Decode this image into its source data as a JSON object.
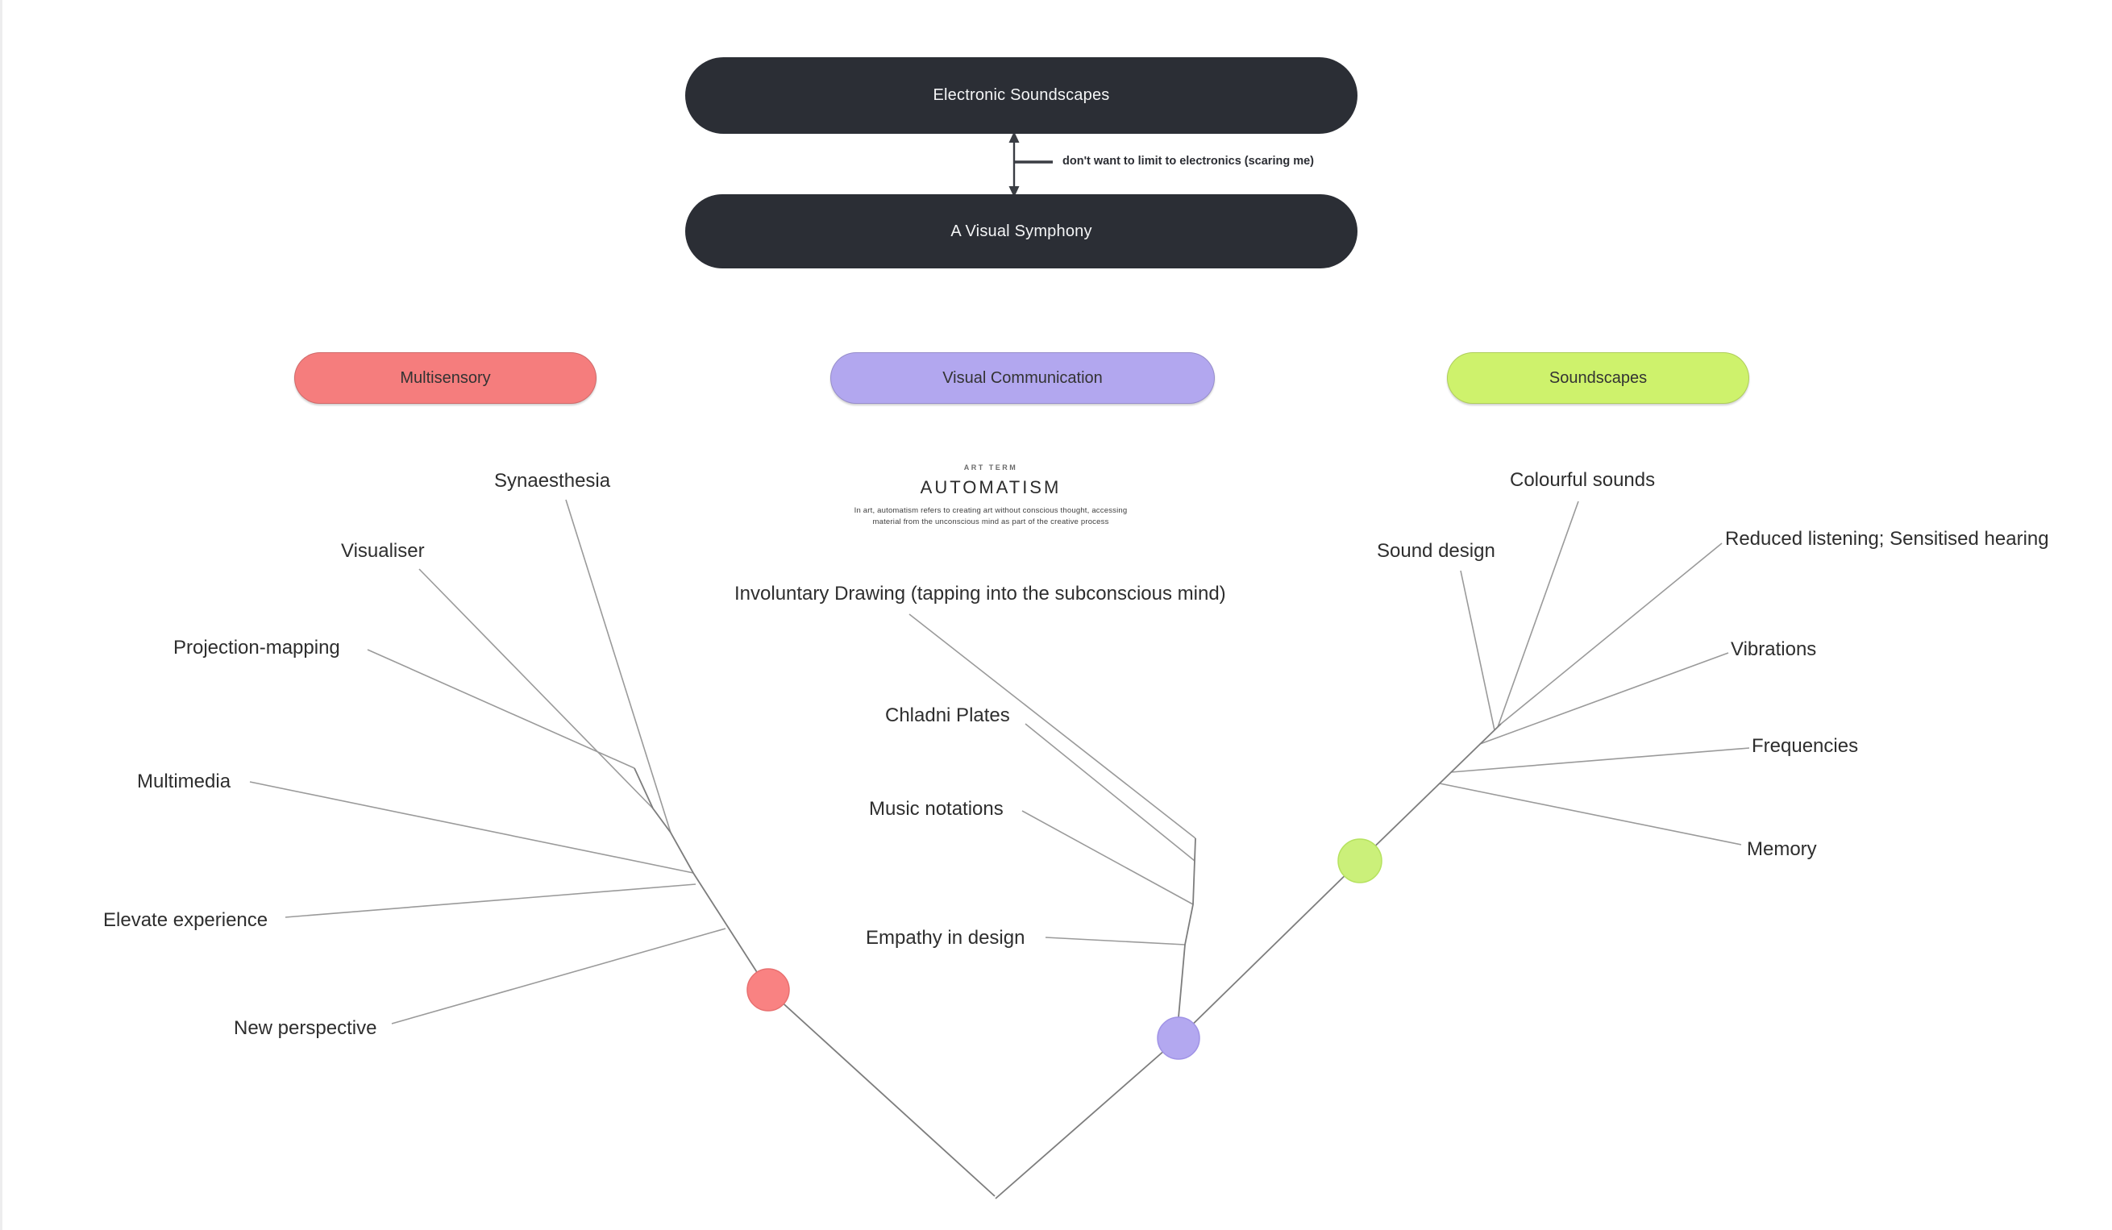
{
  "top_flow": {
    "node_a": {
      "label": "Electronic Soundscapes",
      "bg": "#2B2E35"
    },
    "node_b": {
      "label": "A Visual Symphony",
      "bg": "#2B2E35"
    },
    "connector_note": "don't want to limit to electronics (scaring me)"
  },
  "category_pills": [
    {
      "label": "Multisensory",
      "color": "#F57D7D"
    },
    {
      "label": "Visual Communication",
      "color": "#B2A7EF"
    },
    {
      "label": "Soundscapes",
      "color": "#CEF26C"
    }
  ],
  "automatism_card": {
    "eyebrow": "ART TERM",
    "title": "AUTOMATISM",
    "description_lines": [
      "In art, automatism refers to creating art without conscious thought, accessing",
      "material from the unconscious mind as part of the creative process"
    ]
  },
  "mindmap": {
    "branches": [
      {
        "name": "multisensory",
        "node_color": "#F98282",
        "node_stroke": "#E87070",
        "items": [
          "Synaesthesia",
          "Visualiser",
          "Projection-mapping",
          "Multimedia",
          "Elevate experience",
          "New perspective"
        ]
      },
      {
        "name": "visual-communication",
        "node_color": "#B3A8F0",
        "node_stroke": "#A093E6",
        "items": [
          "Involuntary Drawing (tapping into the subconscious mind)",
          "Chladni Plates",
          "Music notations",
          "Empathy in design"
        ]
      },
      {
        "name": "soundscapes",
        "node_color": "#CBF07A",
        "node_stroke": "#B6E25F",
        "items": [
          "Colourful sounds",
          "Sound design",
          "Reduced listening; Sensitised hearing",
          "Vibrations",
          "Frequencies",
          "Memory"
        ]
      }
    ]
  }
}
